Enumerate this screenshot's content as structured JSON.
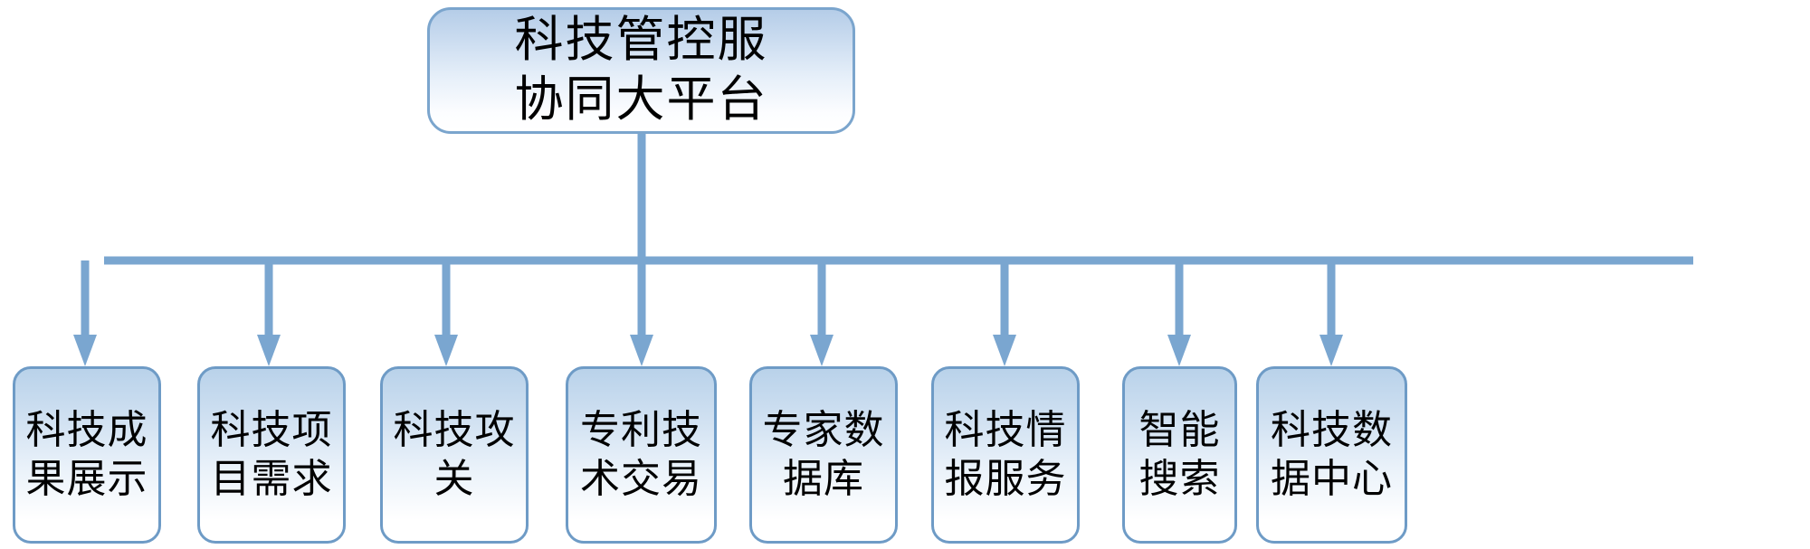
{
  "diagram": {
    "title_node": {
      "id": "root",
      "lines": [
        "科技管控服",
        "协同大平台"
      ],
      "text": "科技管控服协同大平台"
    },
    "leaf_nodes": [
      {
        "id": "leaf-1",
        "lines": [
          "科技成",
          "果展示"
        ],
        "text": "科技成果展示"
      },
      {
        "id": "leaf-2",
        "lines": [
          "科技项",
          "目需求"
        ],
        "text": "科技项目需求"
      },
      {
        "id": "leaf-3",
        "lines": [
          "科技攻",
          "关"
        ],
        "text": "科技攻关"
      },
      {
        "id": "leaf-4",
        "lines": [
          "专利技",
          "术交易"
        ],
        "text": "专利技术交易"
      },
      {
        "id": "leaf-5",
        "lines": [
          "专家数",
          "据库"
        ],
        "text": "专家数据库"
      },
      {
        "id": "leaf-6",
        "lines": [
          "科技情",
          "报服务"
        ],
        "text": "科技情报服务"
      },
      {
        "id": "leaf-7",
        "lines": [
          "智能",
          "搜索"
        ],
        "text": "智能搜索"
      },
      {
        "id": "leaf-8",
        "lines": [
          "科技数",
          "据中心"
        ],
        "text": "科技数据中心"
      }
    ],
    "connector": {
      "type": "bus-with-arrows",
      "arrow_count": 8,
      "description": "单一主节点向下分支到八个子节点"
    },
    "colors": {
      "border": "#6e9bc6",
      "connector": "#7aa6d0",
      "fill_top": "#b9d2ea",
      "fill_bottom": "#ffffff",
      "text": "#000000",
      "background": "#ffffff"
    }
  }
}
